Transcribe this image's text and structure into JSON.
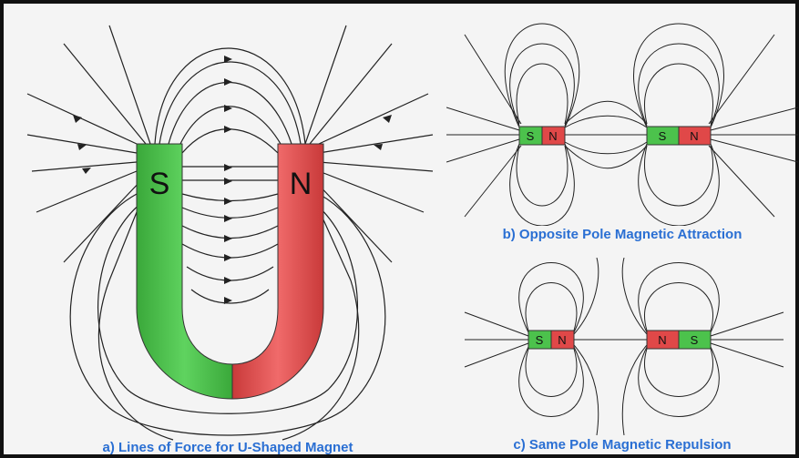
{
  "panels": {
    "a": {
      "caption": "a) Lines of Force for U-Shaped Magnet",
      "left_pole": "S",
      "right_pole": "N"
    },
    "b": {
      "caption": "b) Opposite Pole Magnetic Attraction",
      "magnet1": {
        "left": "S",
        "right": "N"
      },
      "magnet2": {
        "left": "S",
        "right": "N"
      }
    },
    "c": {
      "caption": "c) Same Pole Magnetic Repulsion",
      "magnet1": {
        "left": "S",
        "right": "N"
      },
      "magnet2": {
        "left": "N",
        "right": "S"
      }
    }
  },
  "colors": {
    "south": "#4cc24c",
    "north": "#e04848",
    "field_line": "#222222",
    "caption": "#2a6fd3",
    "background": "#f4f4f4"
  }
}
